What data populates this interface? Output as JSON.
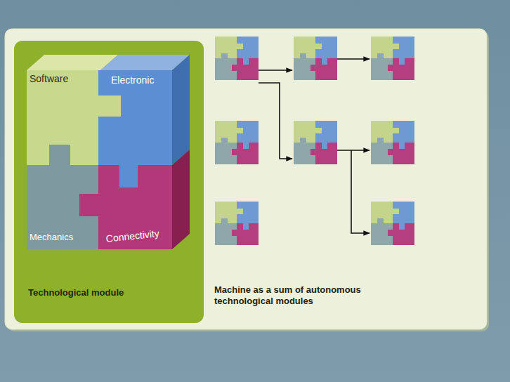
{
  "diagram": {
    "nodes": [
      {
        "text": [
          "Technological module"
        ]
      }
    ],
    "labels": [
      "Software",
      "Electronic",
      "Mechanics",
      "Connectivity",
      "Machine as a sum of autonomous technological modules"
    ]
  }
}
